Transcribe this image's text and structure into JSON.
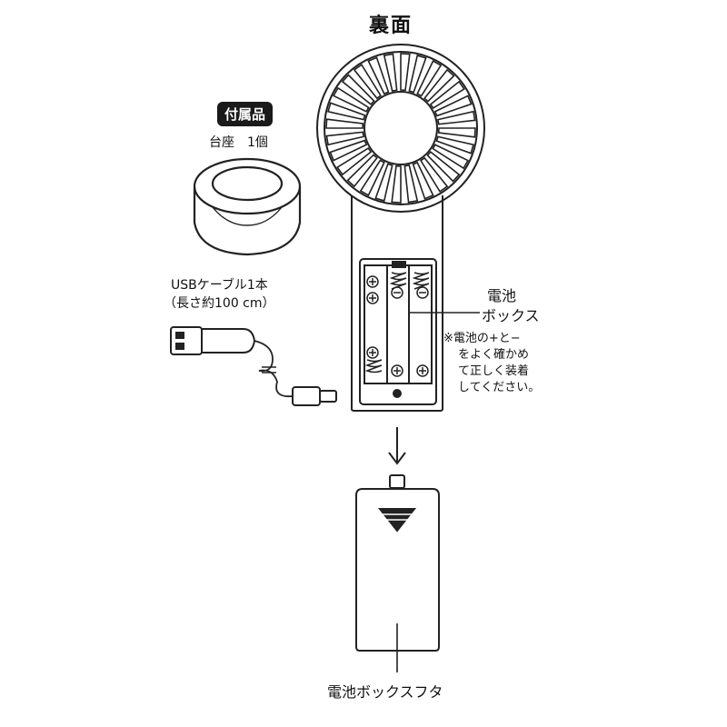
{
  "title": "裏面",
  "accessories": {
    "badge": "付属品",
    "base_label": "台座　1個"
  },
  "usb": {
    "line1": "USBケーブル1本",
    "line2": "（長さ約100 cm）"
  },
  "battery": {
    "label_line1": "電池",
    "label_line2": "ボックス",
    "note_line1": "※電池の+と−",
    "note_line2": "をよく確かめ",
    "note_line3": "て正しく装着",
    "note_line4": "してください。"
  },
  "cover_label": "電池ボックスフタ"
}
